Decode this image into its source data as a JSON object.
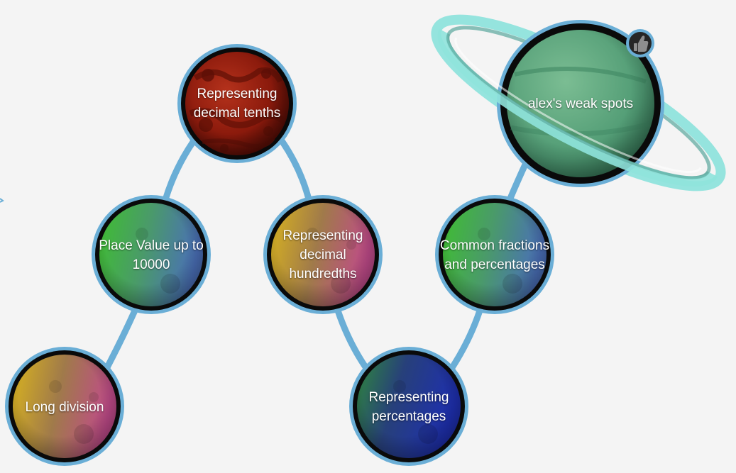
{
  "map": {
    "root_label": "alex's weak spots",
    "thumb_icon": "thumbs-up-icon",
    "nodes": {
      "decimal_tenths": {
        "line1": "Representing",
        "line2": "decimal tenths"
      },
      "place_value": {
        "line1": "Place Value up to",
        "line2": "10000"
      },
      "decimal_hundredths": {
        "line1": "Representing",
        "line2": "decimal",
        "line3": "hundredths"
      },
      "common_fractions": {
        "line1": "Common fractions",
        "line2": "and percentages"
      },
      "long_division": {
        "line1": "Long division"
      },
      "percentages": {
        "line1": "Representing",
        "line2": "percentages"
      }
    }
  },
  "colors": {
    "connector": "#6aaed6",
    "node_ring": "#6aaed6",
    "node_border": "#0a0a0a",
    "saturn_ring": "#8fe3dc",
    "planet_green": "#5aa27a",
    "mars_red": "#8b1a0c",
    "background": "#f4f4f4"
  }
}
